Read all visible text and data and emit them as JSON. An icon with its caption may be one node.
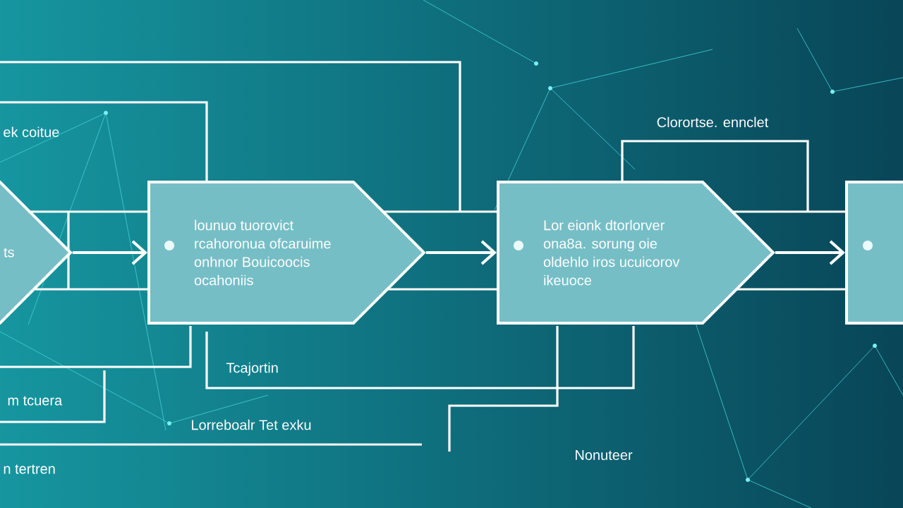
{
  "diagram": {
    "nodes": [
      {
        "text": [
          "ts"
        ]
      },
      {
        "text": [
          "lounuo tuorovict rcahoronua ofcaruime onhnor Bouicoocis ocahoniis"
        ]
      },
      {
        "text": [
          "Lor eionk dtorlorver ona8a. sorung oie oldehlo iros ucuicorov ikeuoce"
        ]
      },
      {
        "text": [],
        "shape": "box"
      }
    ],
    "edges": [
      {
        "from": 0,
        "to": 1,
        "arrow": "to"
      },
      {
        "from": 1,
        "to": 2,
        "arrow": "to"
      },
      {
        "from": 2,
        "to": 3,
        "arrow": "to"
      }
    ],
    "labels": [
      "Clorortse. ennclet",
      "ek coitue",
      "Tcajortin",
      "m tcuera",
      "Lorreboalr Tet exku",
      "Nonuteer",
      "n tertren"
    ]
  }
}
